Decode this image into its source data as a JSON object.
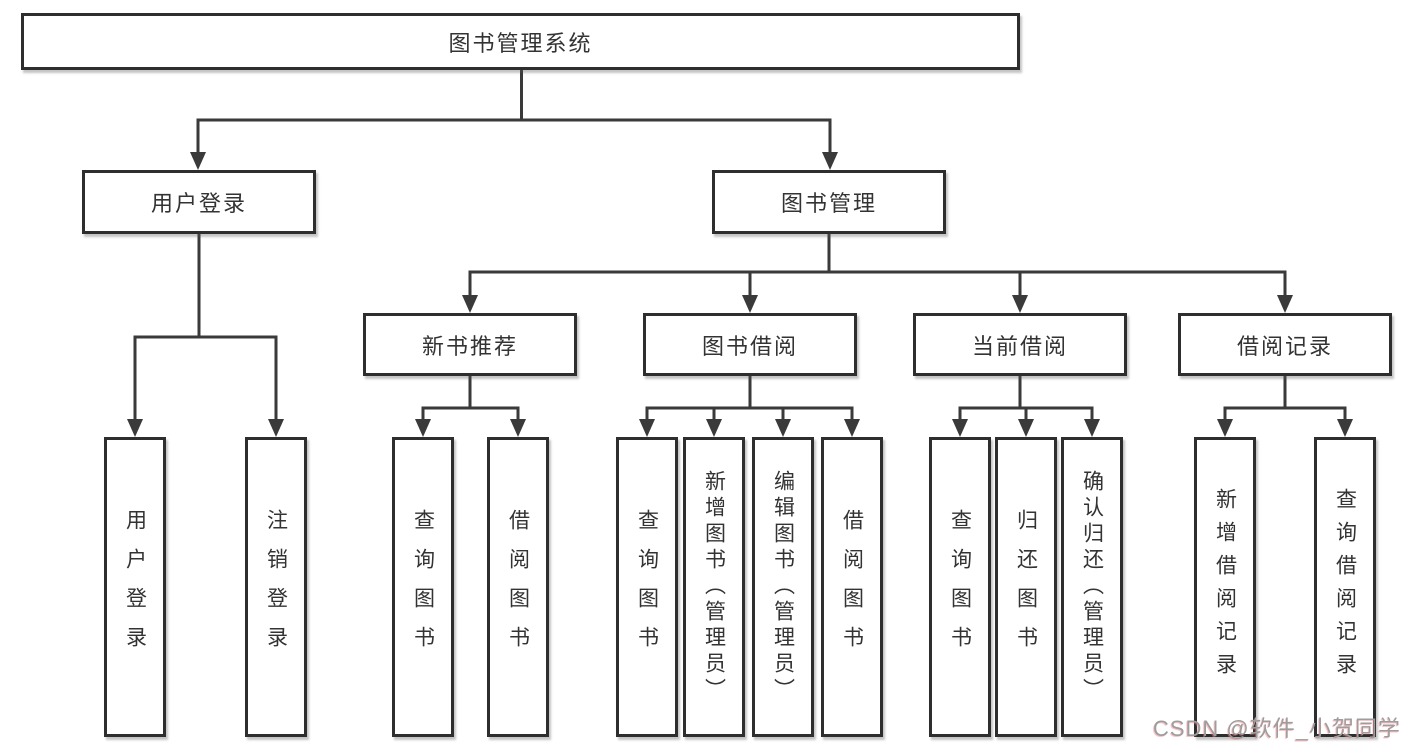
{
  "diagram": {
    "root": {
      "label": "图书管理系统"
    },
    "level2": [
      {
        "label": "用户登录"
      },
      {
        "label": "图书管理"
      }
    ],
    "level3": [
      {
        "label": "新书推荐"
      },
      {
        "label": "图书借阅"
      },
      {
        "label": "当前借阅"
      },
      {
        "label": "借阅记录"
      }
    ],
    "leaves": {
      "user_login": [
        "用户登录",
        "注销登录"
      ],
      "new_book": [
        "查询图书",
        "借阅图书"
      ],
      "book_borrow": [
        "查询图书",
        "新增图书（管理员）",
        "编辑图书（管理员）",
        "借阅图书"
      ],
      "current_borrow": [
        "查询图书",
        "归还图书",
        "确认归还（管理员）"
      ],
      "borrow_record": [
        "新增借阅记录",
        "查询借阅记录"
      ]
    }
  },
  "watermark": {
    "text": "CSDN @软件_小贺同学"
  },
  "colors": {
    "line": "#3a3a3a",
    "box_border": "#2e2e2e",
    "text": "#333333",
    "watermark": "#9d9d9d"
  }
}
